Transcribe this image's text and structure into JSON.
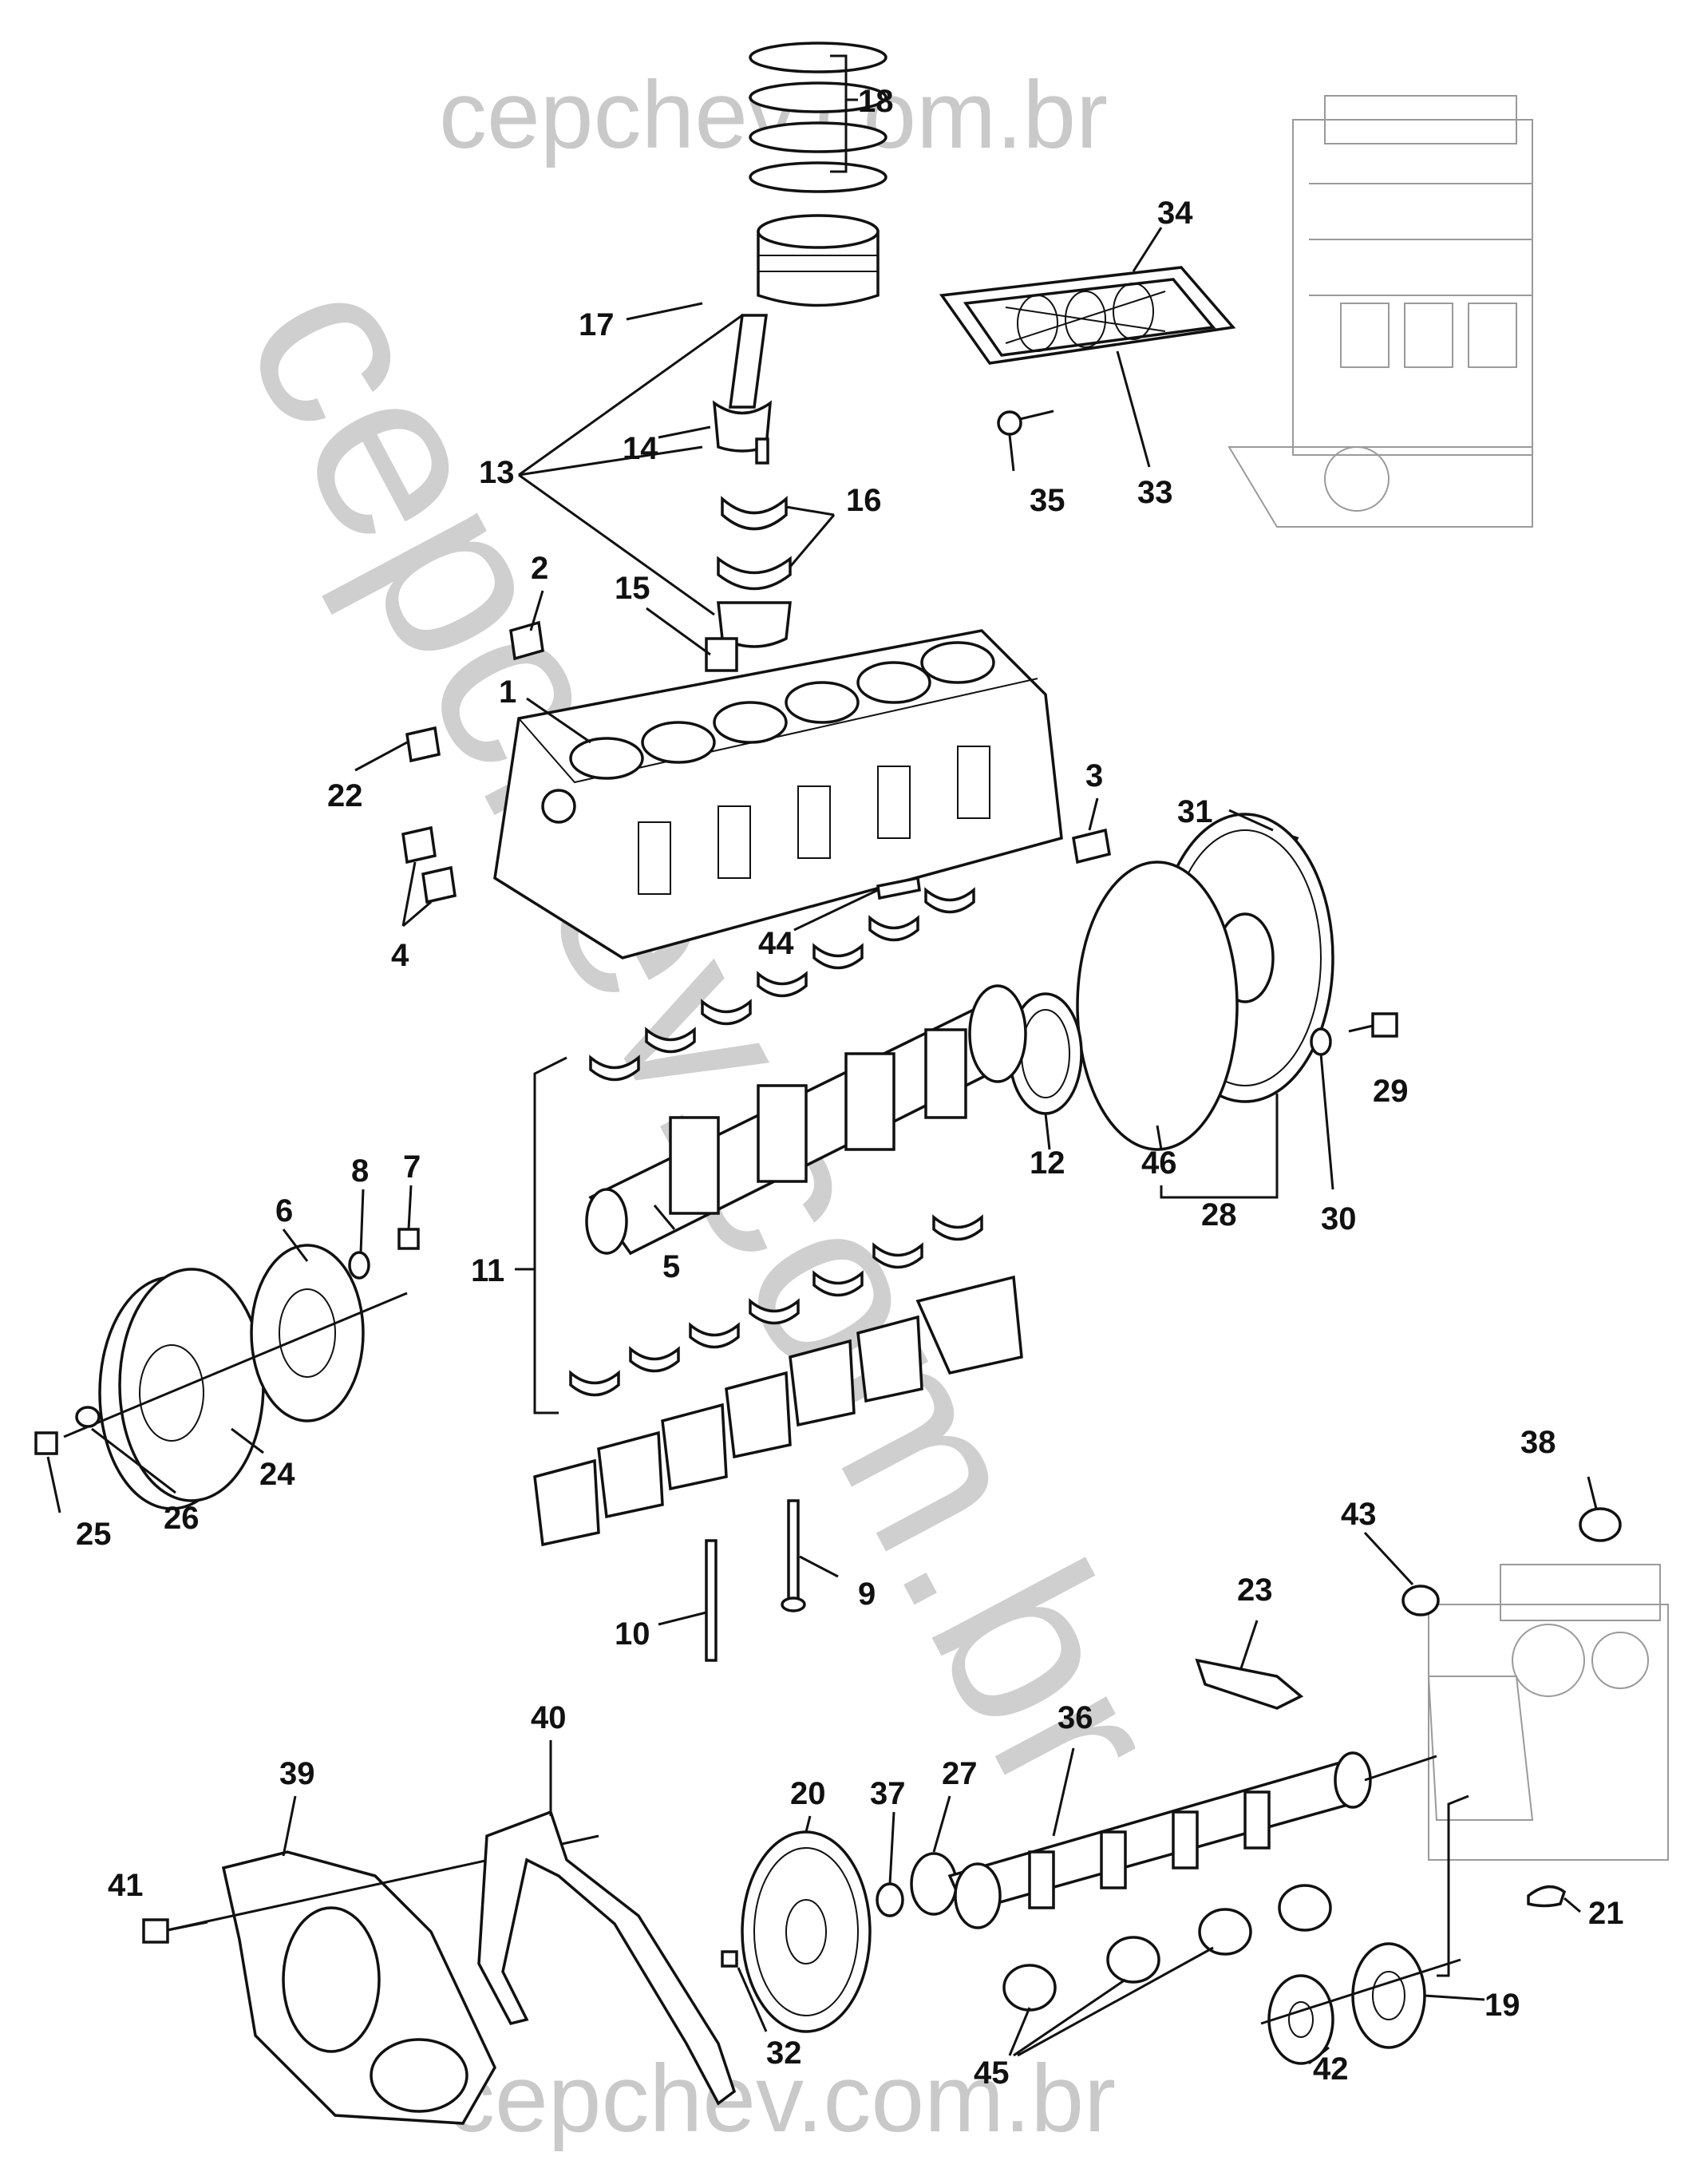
{
  "watermark": {
    "top": "cepchev.com.br",
    "bottom": "cepchev.com.br",
    "diagonal": "cepchev.com.br"
  },
  "callouts": [
    "1",
    "2",
    "3",
    "4",
    "5",
    "6",
    "7",
    "8",
    "9",
    "10",
    "11",
    "12",
    "13",
    "14",
    "15",
    "16",
    "17",
    "18",
    "19",
    "20",
    "21",
    "22",
    "23",
    "24",
    "25",
    "26",
    "27",
    "28",
    "29",
    "30",
    "31",
    "32",
    "33",
    "34",
    "35",
    "36",
    "37",
    "38",
    "39",
    "40",
    "41",
    "42",
    "43",
    "44",
    "45",
    "46"
  ]
}
